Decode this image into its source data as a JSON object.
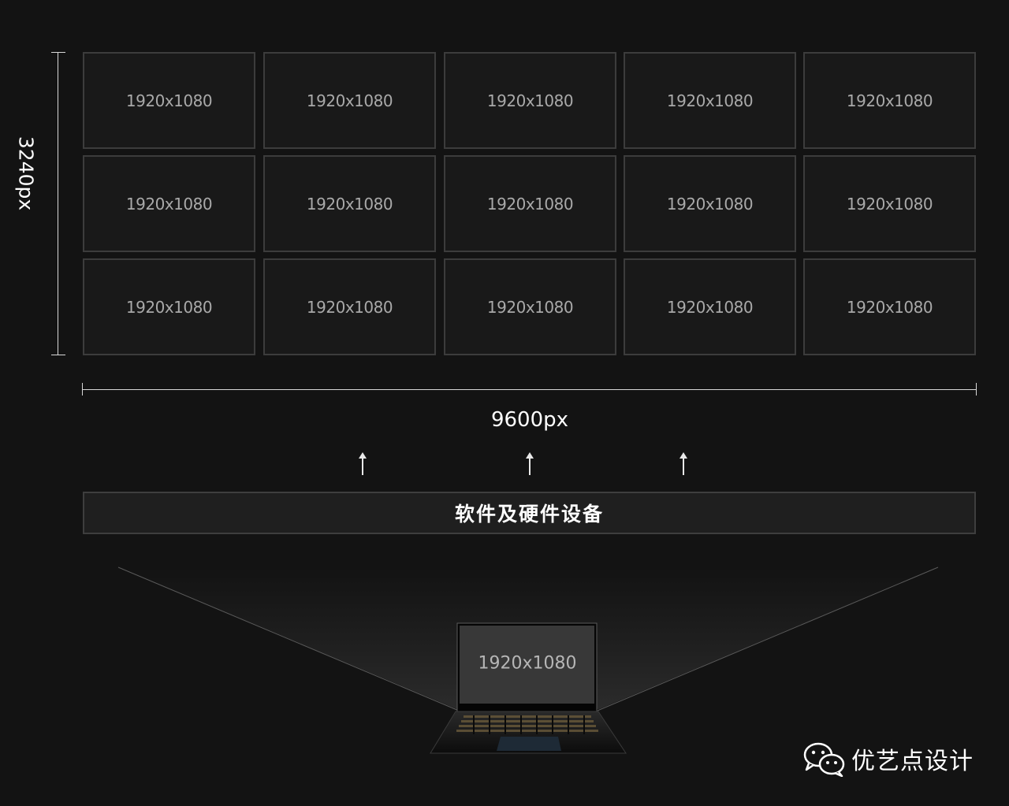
{
  "grid": {
    "cell_label": "1920x1080",
    "rows": 3,
    "columns": 5
  },
  "dimensions": {
    "height_label": "3240px",
    "width_label": "9600px"
  },
  "arrows": {
    "count": 3,
    "glyph": "↑"
  },
  "device_bar": {
    "label": "软件及硬件设备"
  },
  "laptop": {
    "screen_label": "1920x1080"
  },
  "brand": {
    "icon": "wechat-icon",
    "label": "优艺点设计"
  },
  "colors": {
    "background": "#131313",
    "cell_border": "#3c3c3c",
    "cell_text": "#a9a9a9",
    "accent_line": "#d8d8d8"
  }
}
